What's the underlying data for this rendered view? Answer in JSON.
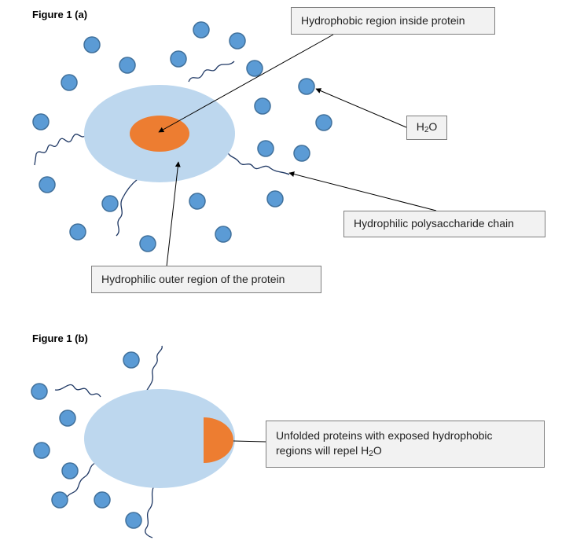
{
  "figure_a": {
    "title": "Figure 1 (a)",
    "labels": {
      "hydrophobic_inside": "Hydrophobic region inside protein",
      "water": {
        "prefix": "H",
        "subscript": "2",
        "suffix": "O"
      },
      "polysaccharide": "Hydrophilic polysaccharide chain",
      "outer_region": "Hydrophilic outer region of the protein"
    }
  },
  "figure_b": {
    "title": "Figure 1 (b)",
    "labels": {
      "unfolded_line1": "Unfolded proteins with exposed hydrophobic",
      "unfolded_line2_prefix": "regions will repel H",
      "unfolded_sub": "2",
      "unfolded_suffix": "O"
    }
  },
  "colors": {
    "protein_body": "#bdd7ee",
    "hydrophobic_core": "#ed7d31",
    "water_fill": "#5b9bd5",
    "water_stroke": "#41719c",
    "chain": "#1f3864",
    "box_fill": "#f2f2f2",
    "box_border": "#7f7f7f"
  }
}
